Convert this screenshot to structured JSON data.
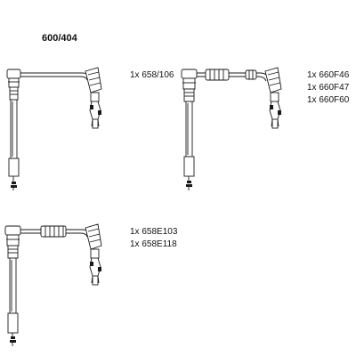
{
  "title": "600/404",
  "groups": [
    {
      "parts": [
        "1x  658/106"
      ]
    },
    {
      "parts": [
        "1x  660F46",
        "1x  660F47",
        "1x  660F60"
      ]
    },
    {
      "parts": [
        "1x  658E103",
        "1x  658E118"
      ]
    }
  ]
}
